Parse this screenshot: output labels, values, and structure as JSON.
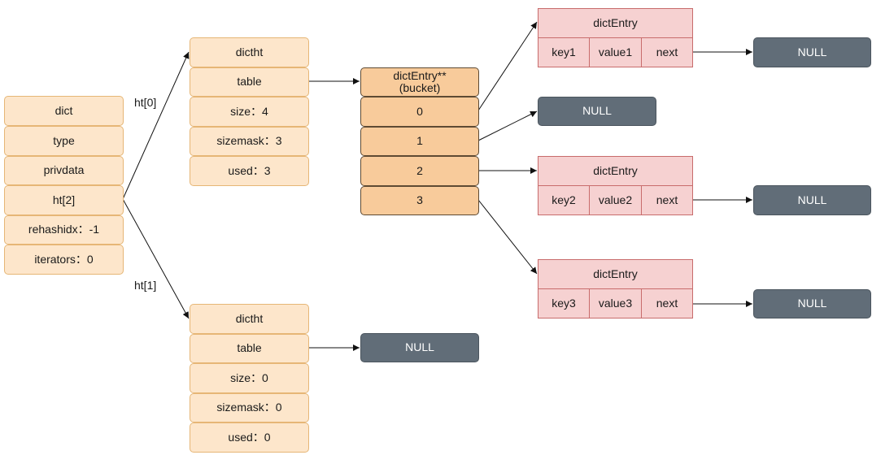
{
  "dict": {
    "fields": [
      "dict",
      "type",
      "privdata",
      "ht[2]",
      "rehashidx：-1",
      "iterators：0"
    ]
  },
  "edge_labels": {
    "ht0": "ht[0]",
    "ht1": "ht[1]"
  },
  "ht0": {
    "fields": [
      "dictht",
      "table",
      "size：4",
      "sizemask：3",
      "used：3"
    ]
  },
  "ht1": {
    "fields": [
      "dictht",
      "table",
      "size：0",
      "sizemask：0",
      "used：0"
    ]
  },
  "bucket": {
    "title": "dictEntry**",
    "subtitle": "(bucket)",
    "slots": [
      "0",
      "1",
      "2",
      "3"
    ]
  },
  "entries": [
    {
      "title": "dictEntry",
      "key": "key1",
      "value": "value1",
      "next": "next"
    },
    {
      "title": "dictEntry",
      "key": "key2",
      "value": "value2",
      "next": "next"
    },
    {
      "title": "dictEntry",
      "key": "key3",
      "value": "value3",
      "next": "next"
    }
  ],
  "null_label": "NULL"
}
